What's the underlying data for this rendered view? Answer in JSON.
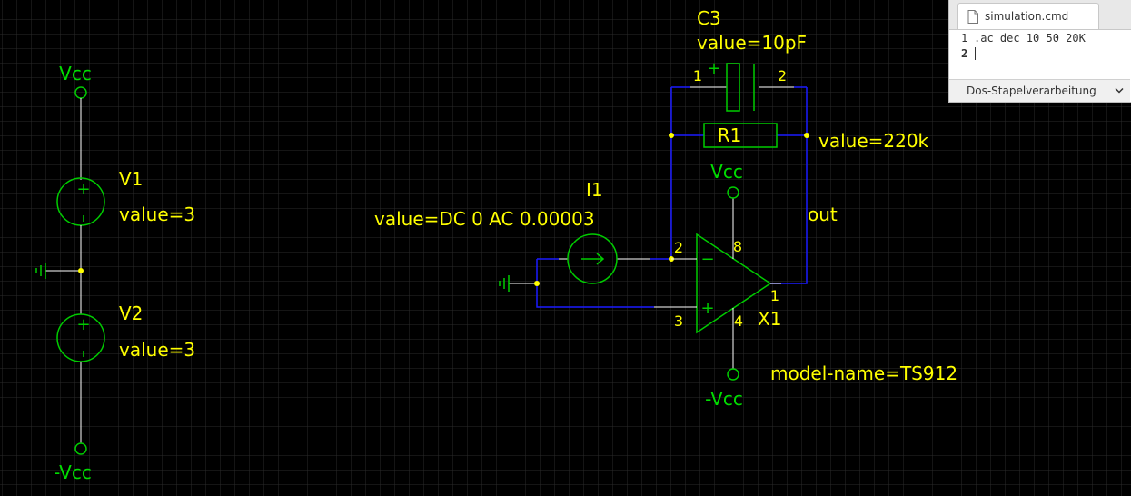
{
  "schematic": {
    "power_sources": {
      "vcc_top_label": "Vcc",
      "neg_vcc_bottom_label": "-Vcc",
      "v1": {
        "name": "V1",
        "value": "value=3"
      },
      "v2": {
        "name": "V2",
        "value": "value=3"
      }
    },
    "capacitor": {
      "name": "C3",
      "value": "value=10pF",
      "pin1": "1",
      "pin2": "2"
    },
    "resistor": {
      "name": "R1",
      "value": "value=220k"
    },
    "current_source": {
      "name": "I1",
      "value": "value=DC 0 AC 0.00003"
    },
    "opamp": {
      "name": "X1",
      "model": "model-name=TS912",
      "supply_pos_label": "Vcc",
      "supply_neg_label": "-Vcc",
      "pin_inverting": "2",
      "pin_noninverting": "3",
      "pin_output": "1",
      "pin_vplus": "8",
      "pin_vminus": "4"
    },
    "net_out": "out",
    "colors": {
      "background": "#000000",
      "grid": "#2a2a2a",
      "wire": "#1a1aff",
      "component": "#00cc00",
      "label": "#ffff00",
      "net_label": "#00dd00"
    }
  },
  "editor": {
    "tab_title": "simulation.cmd",
    "tab_icon": "document-icon",
    "lines": [
      {
        "number": "1",
        "text": ".ac dec 10 50 20K"
      },
      {
        "number": "2",
        "text": ""
      }
    ],
    "language_selector": "Dos-Stapelverarbeitung"
  }
}
